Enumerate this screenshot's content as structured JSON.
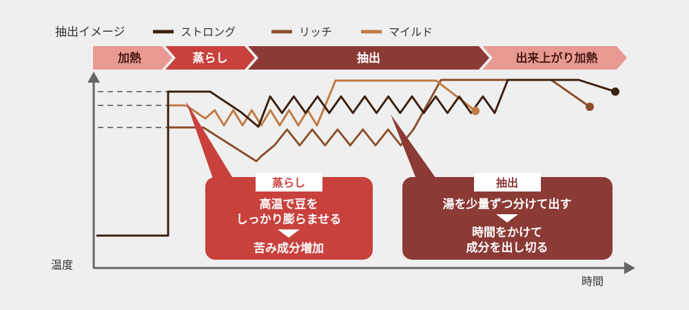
{
  "chart_data": {
    "type": "line",
    "title": "抽出イメージ",
    "xlabel": "時間",
    "ylabel": "温度",
    "legend_placement": "top",
    "series": [
      {
        "name": "ストロング",
        "color": "#3d200f"
      },
      {
        "name": "リッチ",
        "color": "#8a4e2a"
      },
      {
        "name": "マイルド",
        "color": "#c07a44"
      }
    ],
    "phases": [
      {
        "label": "加熱",
        "color": "#e89a92",
        "text_color": "#4a1a14"
      },
      {
        "label": "蒸らし",
        "color": "#c8413d",
        "text_color": "#ffffff"
      },
      {
        "label": "抽出",
        "color": "#8b3a36",
        "text_color": "#ffffff"
      },
      {
        "label": "出来上がり加熱",
        "color": "#e89a92",
        "text_color": "#4a1a14"
      }
    ],
    "callouts": [
      {
        "title": "蒸らし",
        "line1": "高温で豆を",
        "line2": "しっかり膨らませる",
        "result": "苦み成分増加",
        "color": "#c8413d"
      },
      {
        "title": "抽出",
        "line1": "湯を少量ずつ分けて出す",
        "line2": "時間をかけて",
        "line3": "成分を出し切る",
        "color": "#8b3a36"
      }
    ]
  }
}
